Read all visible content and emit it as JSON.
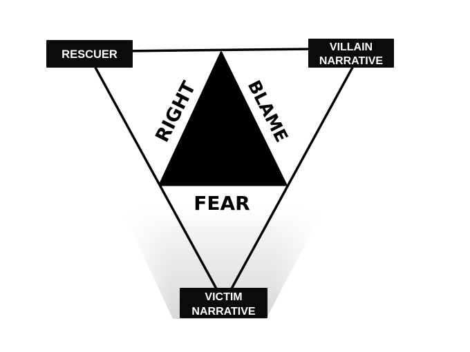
{
  "diagram": {
    "corners": {
      "rescuer": {
        "label": "RESCUER"
      },
      "villain": {
        "lines": [
          "VILLAIN",
          "NARRATIVE"
        ]
      },
      "victim": {
        "lines": [
          "VICTIM",
          "NARRATIVE"
        ]
      }
    },
    "inner": {
      "left_side": "RIGHT",
      "right_side": "BLAME",
      "base": "FEAR"
    }
  }
}
